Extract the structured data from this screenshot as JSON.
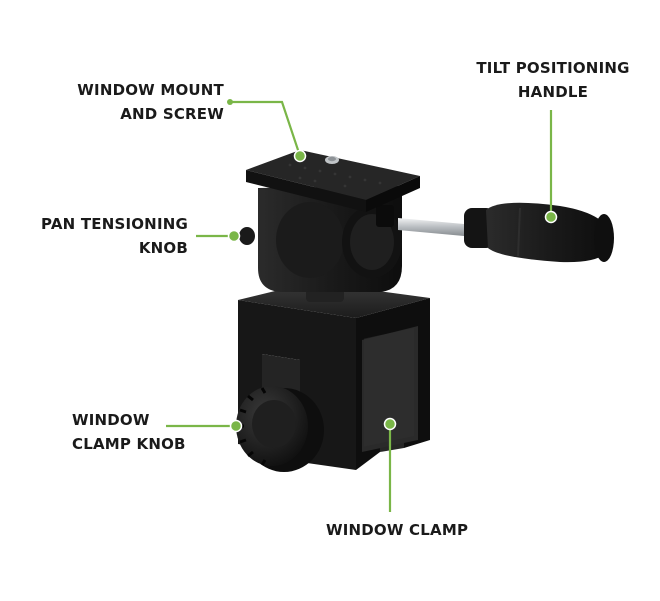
{
  "callouts": {
    "window_mount": {
      "line1": "WINDOW MOUNT",
      "line2": "AND SCREW"
    },
    "tilt_handle": {
      "line1": "TILT POSITIONING",
      "line2": "HANDLE"
    },
    "pan_knob": {
      "line1": "PAN TENSIONING",
      "line2": "KNOB"
    },
    "clamp_knob": {
      "line1": "WINDOW",
      "line2": "CLAMP KNOB"
    },
    "window_clamp": {
      "line1": "WINDOW CLAMP"
    }
  },
  "colors": {
    "accent": "#7ab648",
    "body": "#161616",
    "metal": "#c9cdd0"
  }
}
